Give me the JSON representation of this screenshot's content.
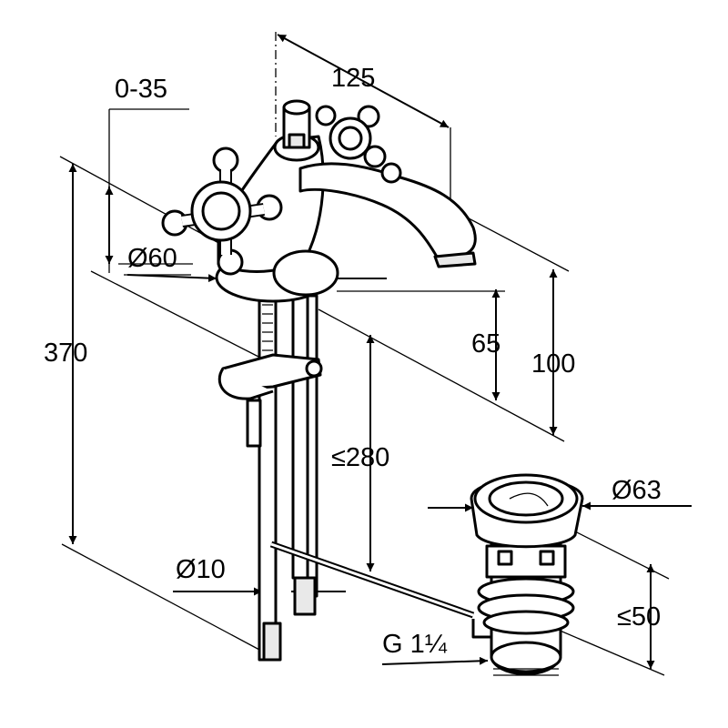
{
  "drawing": {
    "dimensions": {
      "reach": "125",
      "adjust_range": "0-35",
      "rosette_diameter": "Ø60",
      "total_height": "370",
      "spout_clearance": "65",
      "spout_height": "100",
      "max_deck_thickness": "≤280",
      "waste_diameter": "Ø63",
      "rod_diameter": "Ø10",
      "thread": "G 1¼",
      "waste_depth": "≤50"
    }
  }
}
